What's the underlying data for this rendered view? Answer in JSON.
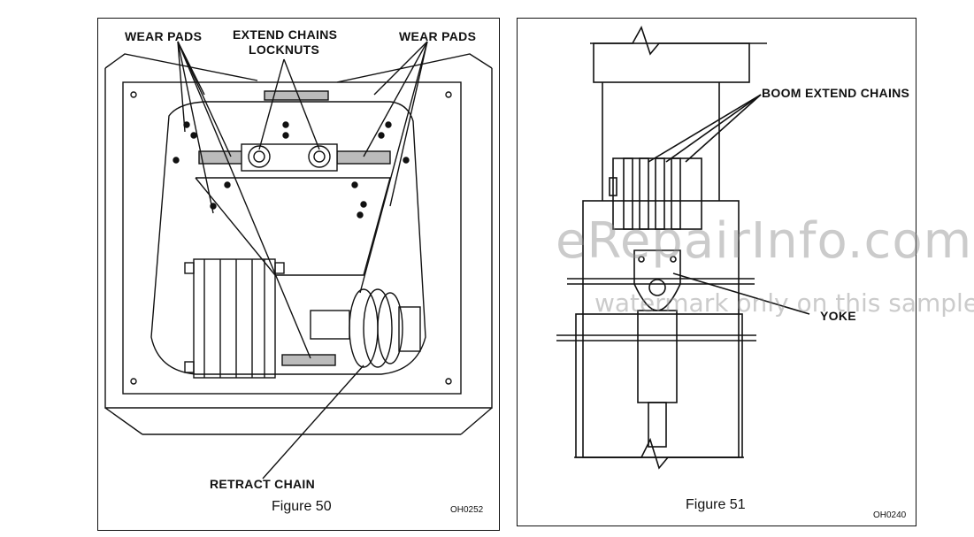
{
  "figure50": {
    "labels": {
      "wear_pads_left": "WEAR PADS",
      "extend_chains_line1": "EXTEND CHAINS",
      "extend_chains_line2": "LOCKNUTS",
      "wear_pads_right": "WEAR PADS",
      "retract_chain": "RETRACT CHAIN"
    },
    "caption": "Figure 50",
    "code": "OH0252"
  },
  "figure51": {
    "labels": {
      "boom_extend_chains": "BOOM EXTEND CHAINS",
      "yoke": "YOKE"
    },
    "caption": "Figure 51",
    "code": "OH0240"
  },
  "watermark": {
    "main": "eRepairInfo.com",
    "sub": "watermark only on this sample"
  },
  "colors": {
    "line": "#111111",
    "watermark": "#8c8c8c"
  }
}
